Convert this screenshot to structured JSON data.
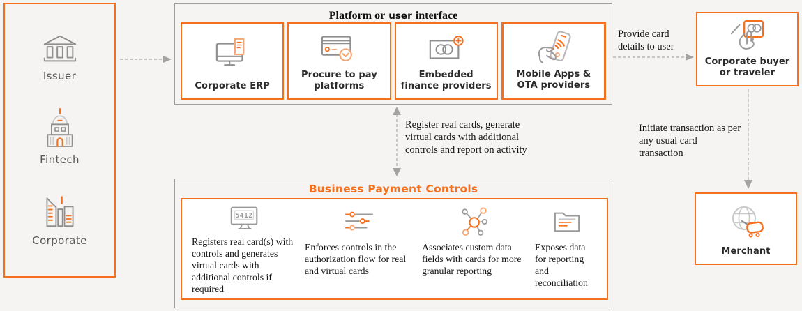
{
  "colors": {
    "orange": "#f4701e",
    "orange_light": "#f8a571",
    "gray_border": "#9c9c9c",
    "icon_gray": "#8f8f8f",
    "icon_gray_light": "#c9c9c9",
    "text_dark": "#131313",
    "entity_label_gray": "#585858",
    "background": "#f5f4f2"
  },
  "entities_panel": {
    "items": [
      {
        "label": "Issuer"
      },
      {
        "label": "Fintech"
      },
      {
        "label": "Corporate"
      }
    ]
  },
  "platform_panel": {
    "title": "Platform or user interface",
    "title_serif_start": "Platform or",
    "title_sans": "user",
    "title_serif_end": "interface",
    "boxes": [
      {
        "label": "Corporate ERP"
      },
      {
        "label": "Procure to pay platforms"
      },
      {
        "label": "Embedded finance providers"
      },
      {
        "label": "Mobile Apps & OTA providers"
      }
    ]
  },
  "controls_panel": {
    "title": "Business Payment Controls",
    "items": [
      {
        "icon_text": "5412",
        "text": "Registers real card(s) with controls and generates virtual cards with additional controls if required"
      },
      {
        "text": "Enforces controls in the authorization flow for real and virtual cards"
      },
      {
        "text": "Associates custom data fields with cards for more granular reporting"
      },
      {
        "text": "Exposes data for reporting and reconciliation"
      }
    ]
  },
  "buyer_box": {
    "label": "Corporate buyer or traveler"
  },
  "merchant_box": {
    "label": "Merchant"
  },
  "annotations": {
    "provide_card": "Provide card details to user",
    "register_cards": "Register real cards, generate virtual cards with additional controls and report on activity",
    "initiate_transaction": "Initiate transaction as per any usual card transaction"
  }
}
